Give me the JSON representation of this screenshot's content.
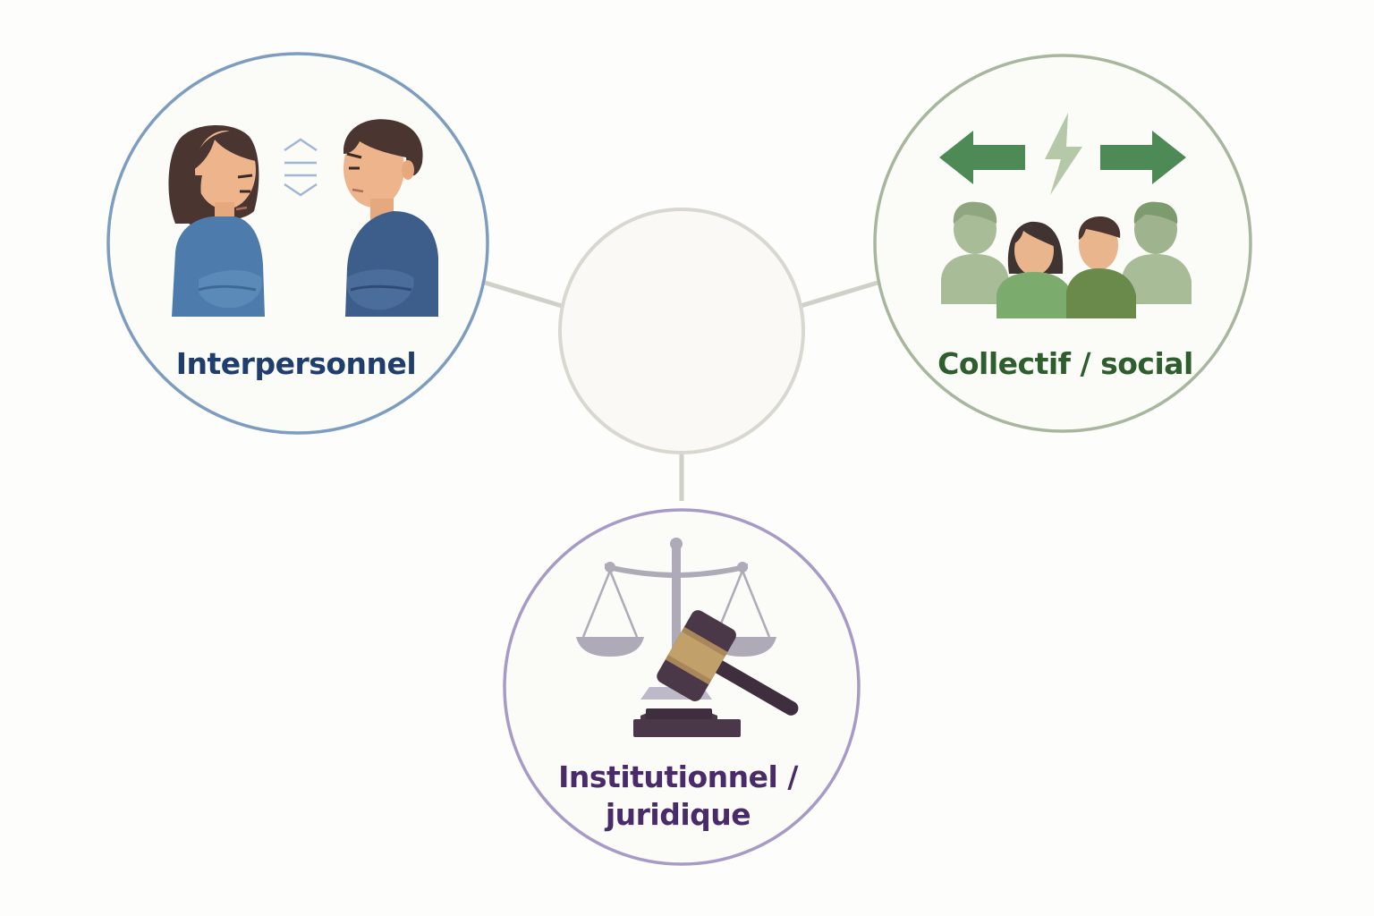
{
  "diagram": {
    "center": {
      "label": ""
    },
    "nodes": [
      {
        "id": "interpersonal",
        "label": "Interpersonnel",
        "icon": "two-people-facing-off-icon",
        "border_color": "#7d9dc0",
        "text_color": "#1f3e6d"
      },
      {
        "id": "collective",
        "label": "Collectif / social",
        "icon": "crowd-divided-icon",
        "border_color": "#a7b69c",
        "text_color": "#2f5e2e"
      },
      {
        "id": "institutional",
        "label_line1": "Institutionnel /",
        "label_line2": "juridique",
        "icon": "scales-and-gavel-icon",
        "border_color": "#a79ac6",
        "text_color": "#4a2b6a"
      }
    ],
    "connector_color": "#cfd0c8",
    "center_border_color": "#d8d8d0",
    "center_fill_color": "#faf9f5"
  }
}
